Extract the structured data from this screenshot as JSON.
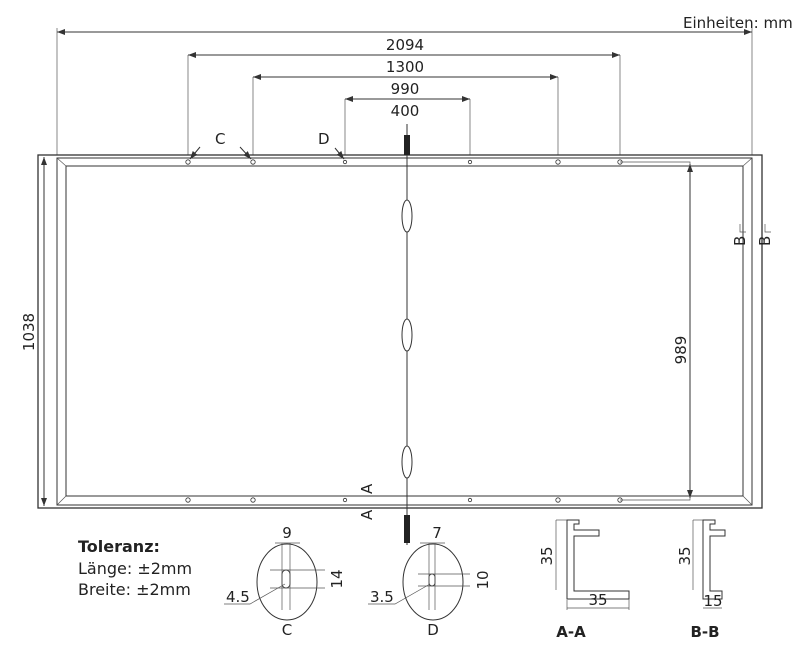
{
  "units_label": "Einheiten: mm",
  "dimensions": {
    "overall_length": "2094",
    "mount_c_spacing": "1300",
    "mount_c_inner_spacing": "990",
    "mount_d_spacing": "400",
    "overall_width": "1038",
    "inner_width": "989"
  },
  "markers": {
    "c": "C",
    "d": "D",
    "section_a": "A",
    "section_b": "B"
  },
  "tolerance": {
    "title": "Toleranz:",
    "length": "Länge: ±2mm",
    "width": "Breite: ±2mm"
  },
  "detail_c": {
    "label": "C",
    "width": "9",
    "height": "14",
    "diameter": "4.5"
  },
  "detail_d": {
    "label": "D",
    "width": "7",
    "height": "10",
    "diameter": "3.5"
  },
  "section_aa": {
    "label": "A-A",
    "height": "35",
    "width": "35"
  },
  "section_bb": {
    "label": "B-B",
    "height": "35",
    "width": "15"
  }
}
